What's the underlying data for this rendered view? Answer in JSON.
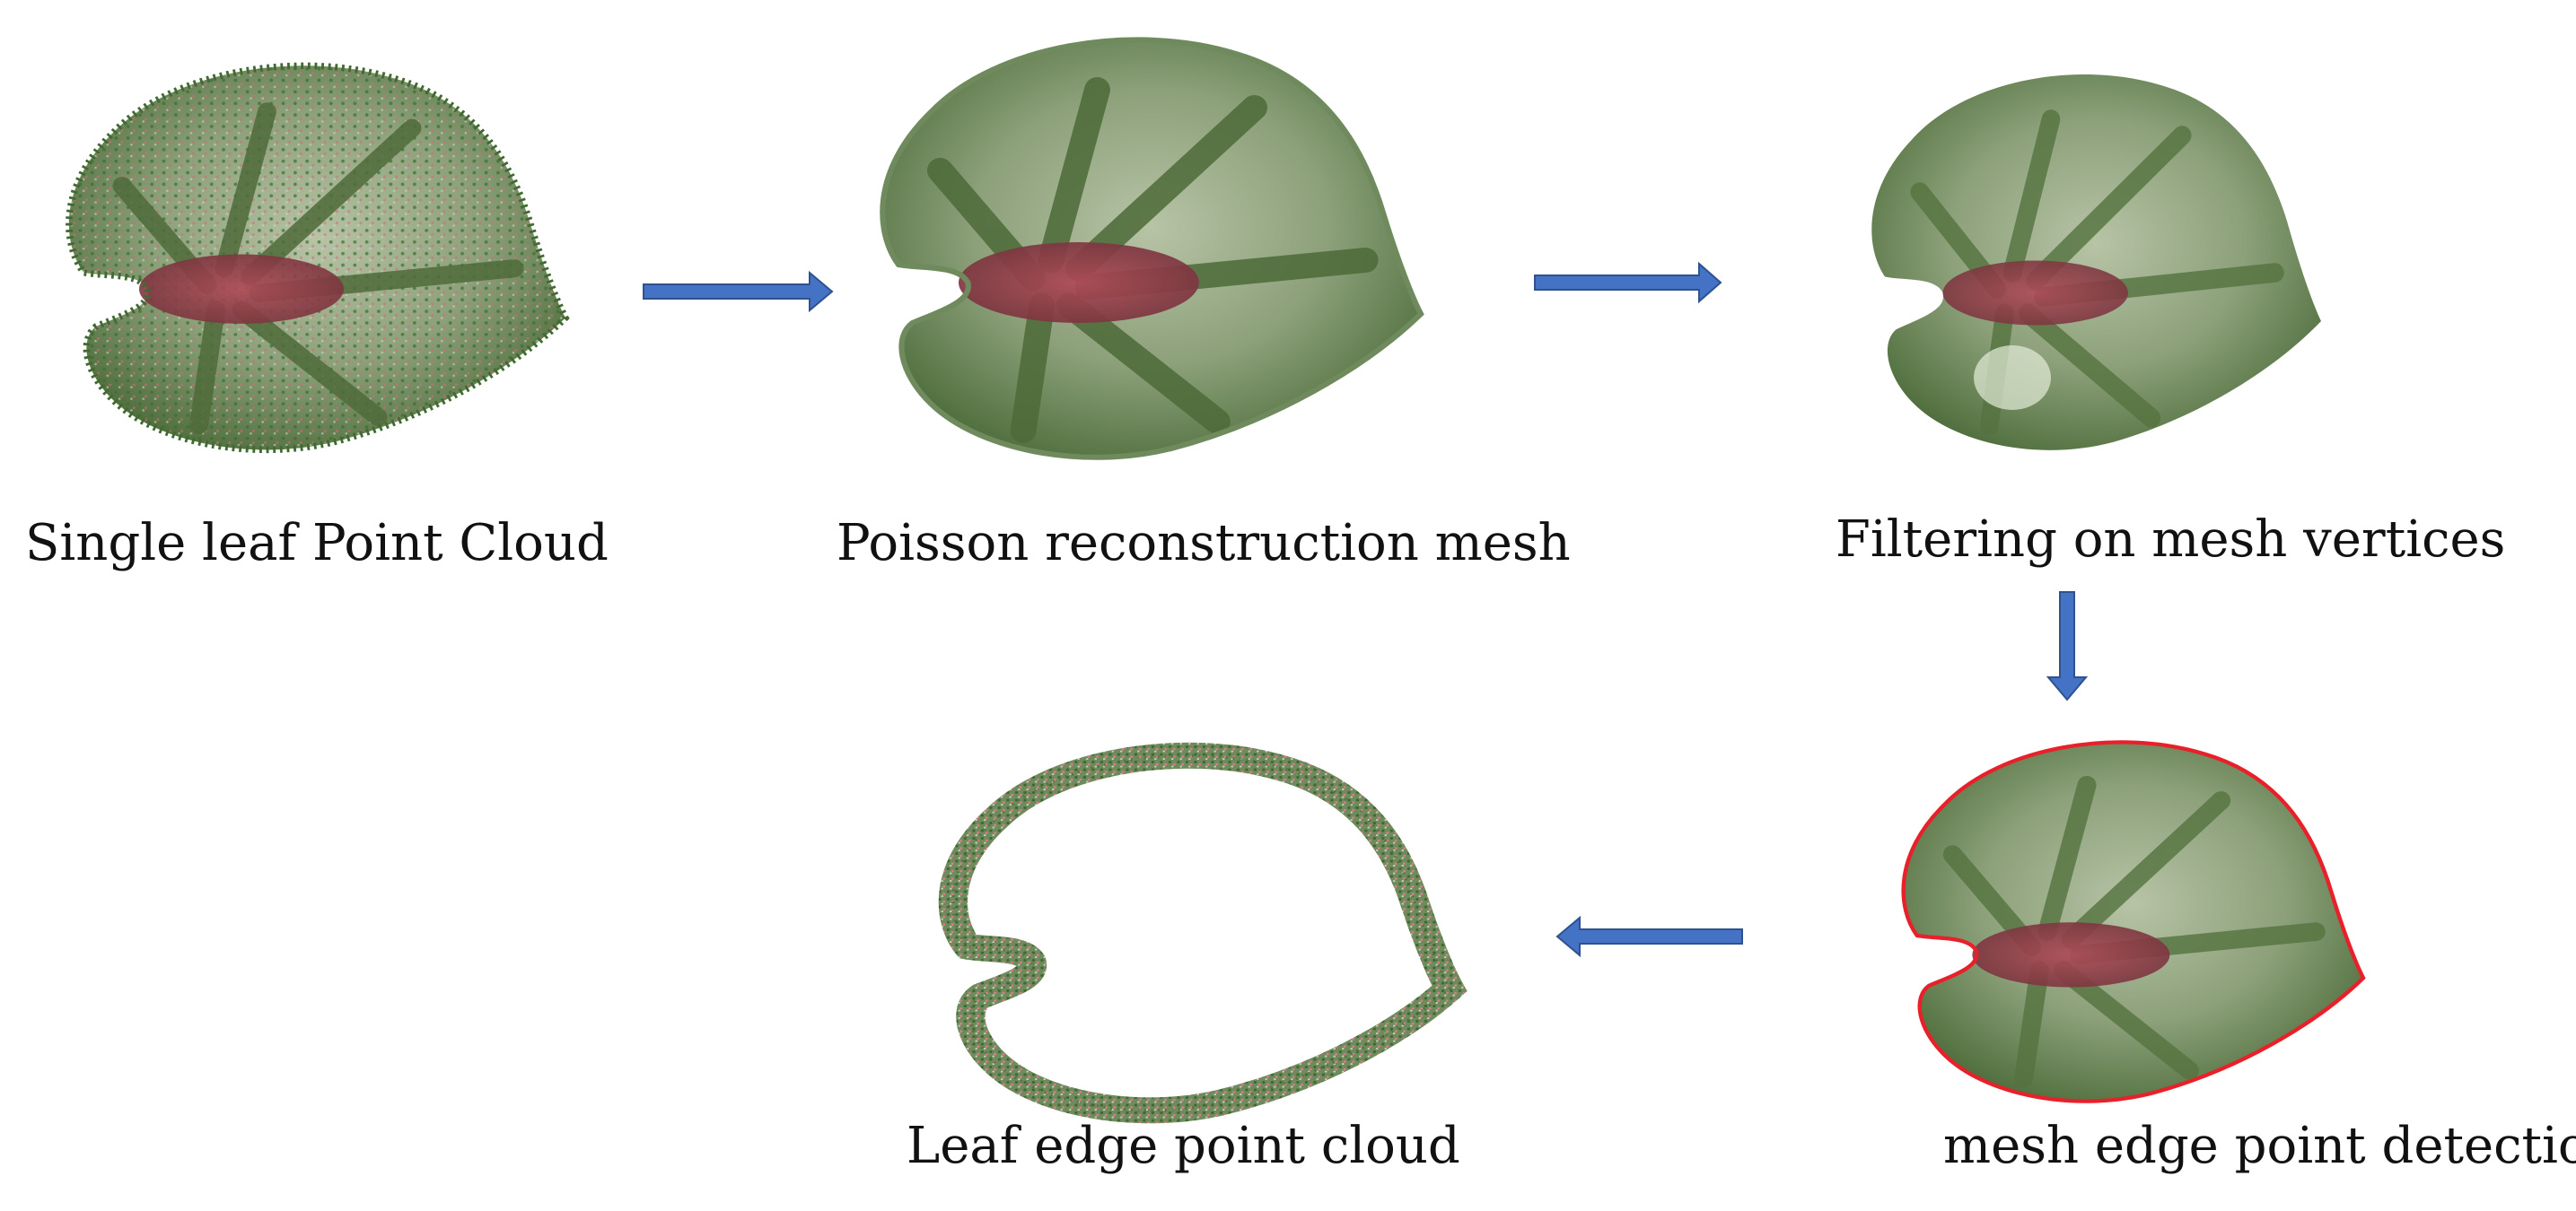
{
  "figure": {
    "steps": [
      {
        "id": "point-cloud",
        "label": "Single leaf Point Cloud"
      },
      {
        "id": "poisson-mesh",
        "label": "Poisson reconstruction mesh"
      },
      {
        "id": "filtered-mesh",
        "label": "Filtering on mesh vertices"
      },
      {
        "id": "edge-detection",
        "label": "mesh edge point detection"
      },
      {
        "id": "edge-cloud",
        "label": "Leaf edge point cloud"
      }
    ],
    "colors": {
      "arrow_fill": "#4472c4",
      "arrow_stroke": "#2f528f",
      "leaf_green": "#5d7e4a",
      "leaf_light": "#a9b89a",
      "vein_red": "#8e3a44",
      "edge_red": "#e8202a",
      "background": "#ffffff"
    }
  }
}
